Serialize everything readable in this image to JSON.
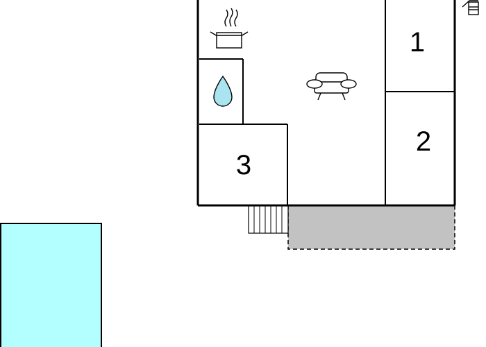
{
  "floor_plan": {
    "rooms": [
      {
        "label": "1",
        "type": "bedroom"
      },
      {
        "label": "2",
        "type": "bedroom"
      },
      {
        "label": "3",
        "type": "bedroom"
      }
    ],
    "icons": [
      "cooking-pot-icon",
      "water-drop-icon",
      "sofa-icon",
      "bbq-grill-icon"
    ],
    "colors": {
      "pool": "#B3FFFF",
      "water_drop": "#A9E4F0",
      "terrace": "#C2C2C2",
      "wall": "#000000",
      "background": "#FFFFFF"
    }
  }
}
